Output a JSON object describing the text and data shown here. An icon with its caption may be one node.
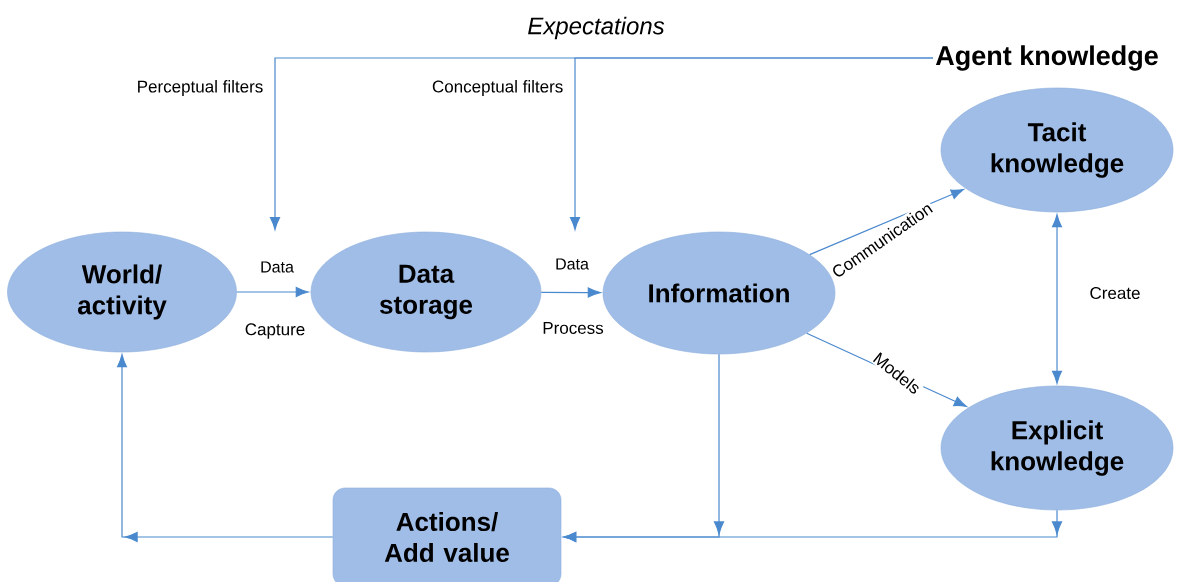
{
  "diagram": {
    "nodes": [
      {
        "text": [
          "World/ activity"
        ]
      },
      {
        "text": [
          "Data storage"
        ]
      },
      {
        "text": [
          "Information"
        ]
      },
      {
        "text": [
          "Tacit knowledge"
        ]
      },
      {
        "text": [
          "Explicit knowledge"
        ]
      },
      {
        "text": [
          "Actions/ Add value"
        ]
      },
      {
        "text": [
          "Agent knowledge"
        ]
      }
    ],
    "edges": [
      {
        "from": 6,
        "to": null,
        "arrow": "to",
        "label": "Perceptual filters"
      },
      {
        "from": 6,
        "to": null,
        "arrow": "to",
        "label": "Conceptual filters"
      },
      {
        "from": 0,
        "to": 1,
        "arrow": "to",
        "label": "Capture"
      },
      {
        "from": 1,
        "to": 2,
        "arrow": "to",
        "label": "Process"
      },
      {
        "from": 2,
        "to": 3,
        "arrow": "to",
        "label": "Communication"
      },
      {
        "from": 2,
        "to": 4,
        "arrow": "to",
        "label": "Models"
      },
      {
        "from": 3,
        "to": 4,
        "arrow": "both",
        "label": "Create"
      },
      {
        "from": 2,
        "to": 5,
        "arrow": "to"
      },
      {
        "from": 4,
        "to": 5,
        "arrow": "to"
      },
      {
        "from": 5,
        "to": 0,
        "arrow": "to"
      }
    ],
    "labels": [
      "Expectations",
      "Data",
      "Data"
    ]
  }
}
